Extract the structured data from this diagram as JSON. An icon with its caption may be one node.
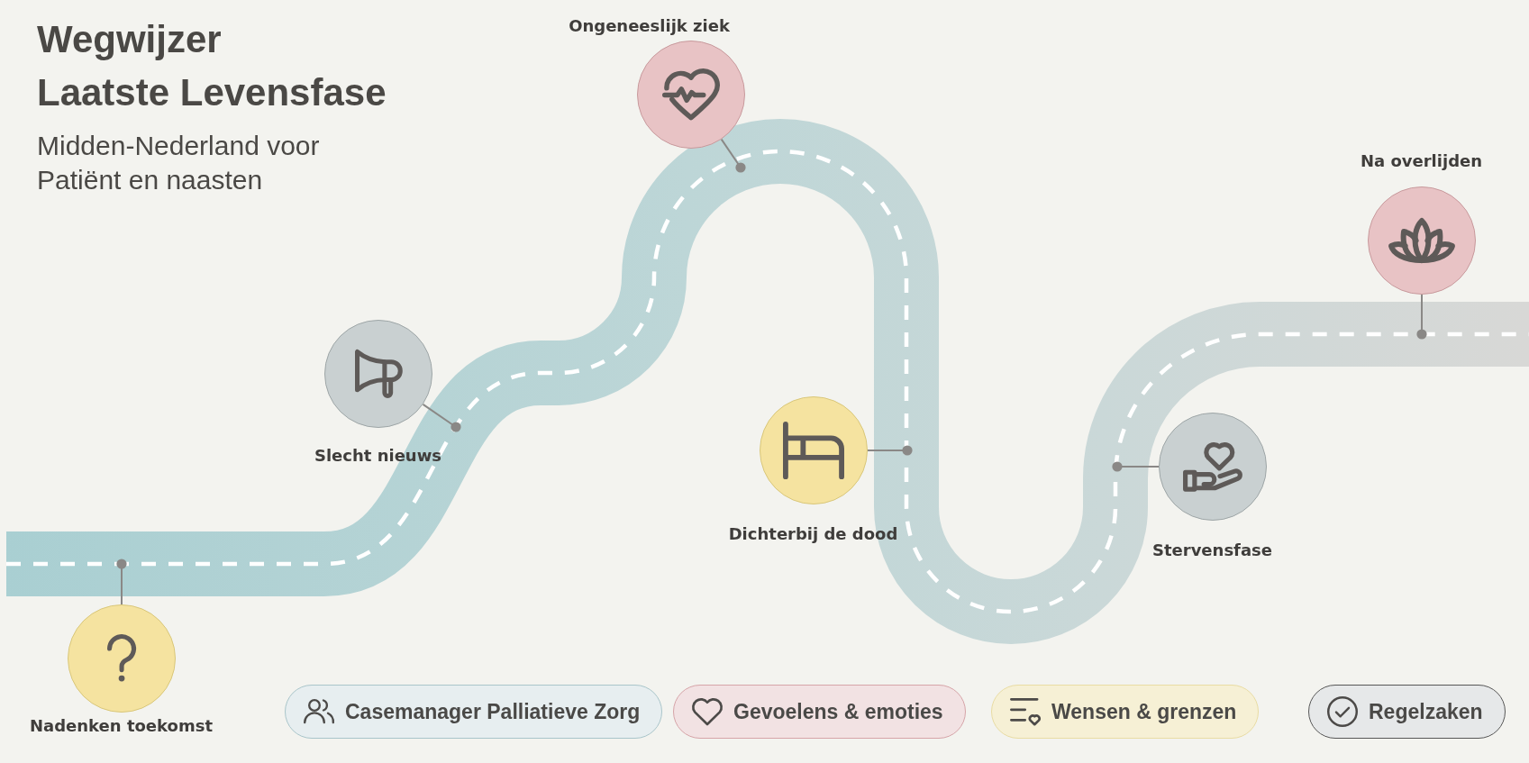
{
  "diagram": {
    "title": "Wegwijzer Laatste Levensfase",
    "nodes": [
      {
        "text": [
          "Nadenken toekomst"
        ]
      },
      {
        "text": [
          "Slecht nieuws"
        ]
      },
      {
        "text": [
          "Ongeneeslijk ziek"
        ]
      },
      {
        "text": [
          "Dichterbij de dood"
        ]
      },
      {
        "text": [
          "Stervensfase"
        ]
      },
      {
        "text": [
          "Na overlijden"
        ]
      }
    ],
    "edges": [
      {
        "from": 0,
        "to": null,
        "arrow": "other"
      },
      {
        "from": 1,
        "to": null,
        "arrow": "other"
      },
      {
        "from": 2,
        "to": null,
        "arrow": "other"
      },
      {
        "from": 3,
        "to": null,
        "arrow": "other"
      },
      {
        "from": 4,
        "to": null,
        "arrow": "other"
      },
      {
        "from": 5,
        "to": null,
        "arrow": "other"
      }
    ],
    "labels": [
      "Midden-Nederland voor Patiënt en naasten"
    ],
    "legend": [
      {
        "text": "Casemanager Palliatieve Zorg",
        "color": "#e7eef0"
      },
      {
        "text": "Gevoelens & emoties",
        "color": "#f2e2e3"
      },
      {
        "text": "Wensen & grenzen",
        "color": "#f6f0d5"
      },
      {
        "text": "Regelzaken",
        "color": "#e6e8e9"
      }
    ]
  }
}
